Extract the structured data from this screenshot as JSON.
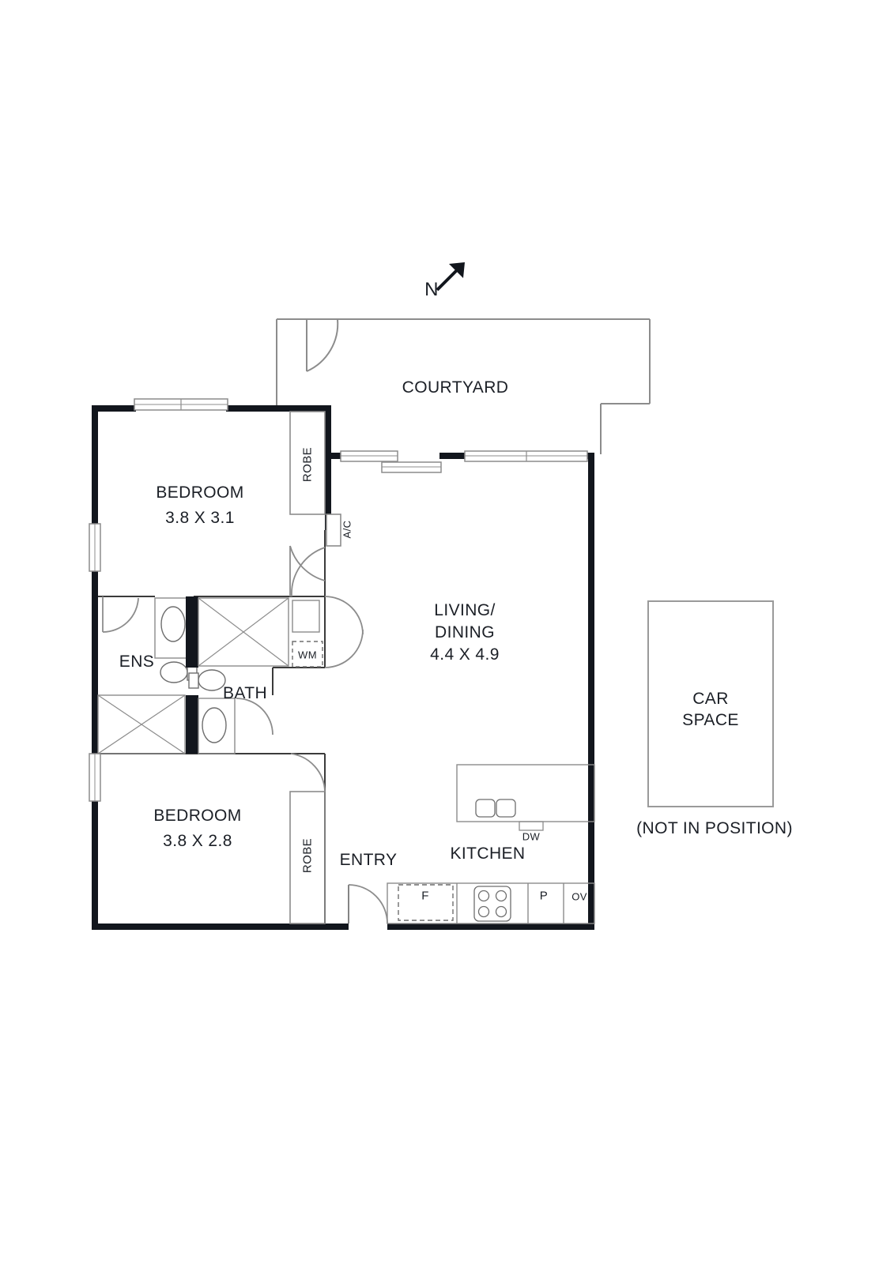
{
  "plan": {
    "orientation": {
      "label": "N",
      "arrow_direction": "north-east"
    },
    "colors": {
      "wall": "#12161d",
      "thin_line": "#8c8c8c",
      "fixture_line": "#6e6e6e",
      "text": "#1b1f26",
      "background": "#ffffff"
    },
    "outdoor": {
      "courtyard": {
        "label": "COURTYARD"
      },
      "car_space": {
        "label_line1": "CAR",
        "label_line2": "SPACE",
        "note": "(NOT IN POSITION)"
      }
    },
    "rooms": [
      {
        "id": "bedroom-1",
        "name": "BEDROOM",
        "dimensions": "3.8 X 3.1"
      },
      {
        "id": "bedroom-2",
        "name": "BEDROOM",
        "dimensions": "3.8 X 2.8"
      },
      {
        "id": "living-dining",
        "name_line1": "LIVING/",
        "name_line2": "DINING",
        "dimensions": "4.4 X 4.9"
      },
      {
        "id": "ensuite",
        "name": "ENS"
      },
      {
        "id": "bathroom",
        "name": "BATH"
      },
      {
        "id": "kitchen",
        "name": "KITCHEN"
      },
      {
        "id": "entry",
        "name": "ENTRY"
      }
    ],
    "storage": [
      {
        "id": "robe-bedroom-1",
        "label": "ROBE"
      },
      {
        "id": "robe-bedroom-2",
        "label": "ROBE"
      }
    ],
    "appliances": [
      {
        "id": "air-conditioner",
        "label": "A/C"
      },
      {
        "id": "washing-machine",
        "label": "WM"
      },
      {
        "id": "dishwasher",
        "label": "DW"
      },
      {
        "id": "fridge",
        "label": "F"
      },
      {
        "id": "pantry",
        "label": "P"
      },
      {
        "id": "oven",
        "label": "OV"
      }
    ]
  }
}
